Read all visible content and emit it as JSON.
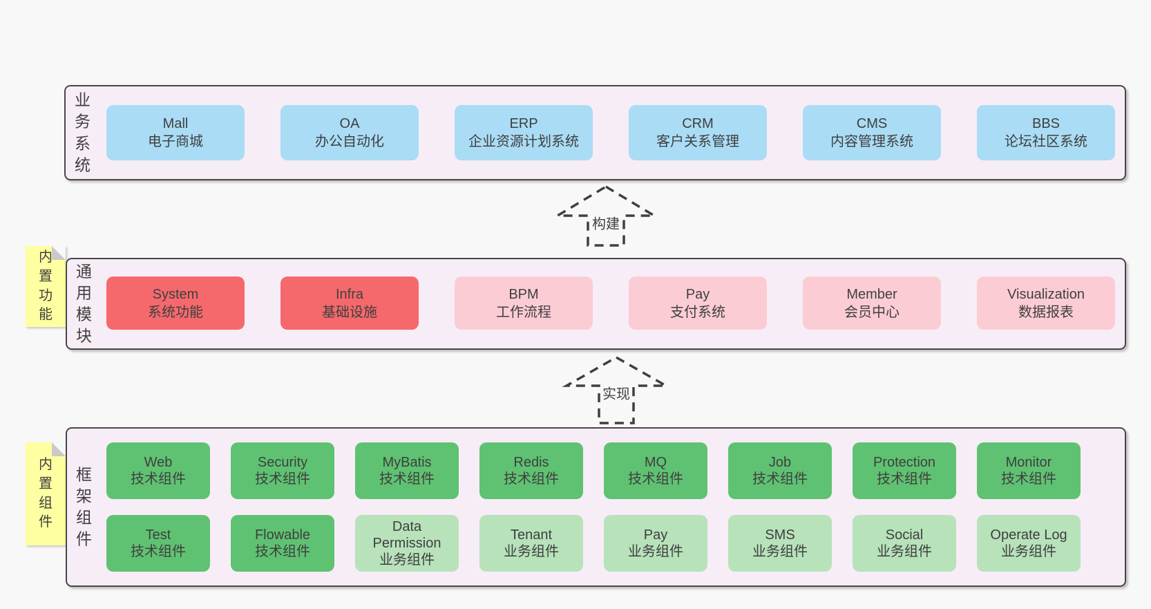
{
  "colors": {
    "background": "#f8f8f8",
    "container_fill": "#f7edf6",
    "container_border": "#474747",
    "box_blue": "#aadcf5",
    "box_red": "#f5696c",
    "box_pink": "#fcccd5",
    "box_green_dark": "#5fc272",
    "box_green_light": "#b7e2ba",
    "sticky_yellow": "#feffa0",
    "sticky_fold": "#c9c9c9",
    "text": "#3f3f3f"
  },
  "layers": [
    {
      "label": "业务系统",
      "boxes": [
        {
          "name": "Mall",
          "desc": "电子商城"
        },
        {
          "name": "OA",
          "desc": "办公自动化"
        },
        {
          "name": "ERP",
          "desc": "企业资源计划系统"
        },
        {
          "name": "CRM",
          "desc": "客户关系管理"
        },
        {
          "name": "CMS",
          "desc": "内容管理系统"
        },
        {
          "name": "BBS",
          "desc": "论坛社区系统"
        }
      ]
    },
    {
      "label": "通用模块",
      "sticky": "内置功能",
      "boxes": [
        {
          "name": "System",
          "desc": "系统功能"
        },
        {
          "name": "Infra",
          "desc": "基础设施"
        },
        {
          "name": "BPM",
          "desc": "工作流程"
        },
        {
          "name": "Pay",
          "desc": "支付系统"
        },
        {
          "name": "Member",
          "desc": "会员中心"
        },
        {
          "name": "Visualization",
          "desc": "数据报表"
        }
      ]
    },
    {
      "label": "框架组件",
      "sticky": "内置组件",
      "rows": [
        [
          {
            "name": "Web",
            "desc": "技术组件"
          },
          {
            "name": "Security",
            "desc": "技术组件"
          },
          {
            "name": "MyBatis",
            "desc": "技术组件"
          },
          {
            "name": "Redis",
            "desc": "技术组件"
          },
          {
            "name": "MQ",
            "desc": "技术组件"
          },
          {
            "name": "Job",
            "desc": "技术组件"
          },
          {
            "name": "Protection",
            "desc": "技术组件"
          },
          {
            "name": "Monitor",
            "desc": "技术组件"
          }
        ],
        [
          {
            "name": "Test",
            "desc": "技术组件"
          },
          {
            "name": "Flowable",
            "desc": "技术组件"
          },
          {
            "name": "Data Permission",
            "desc": "业务组件"
          },
          {
            "name": "Tenant",
            "desc": "业务组件"
          },
          {
            "name": "Pay",
            "desc": "业务组件"
          },
          {
            "name": "SMS",
            "desc": "业务组件"
          },
          {
            "name": "Social",
            "desc": "业务组件"
          },
          {
            "name": "Operate Log",
            "desc": "业务组件"
          }
        ]
      ]
    }
  ],
  "arrows": [
    {
      "label": "构建"
    },
    {
      "label": "实现"
    }
  ]
}
